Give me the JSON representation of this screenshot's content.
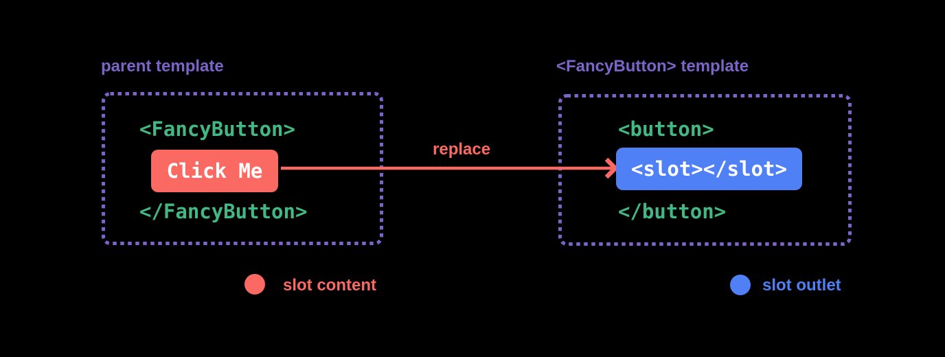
{
  "colors": {
    "background": "#000000",
    "purple": "#7d64c8",
    "green": "#42b883",
    "coral": "#fb6a62",
    "blue": "#4f80f5",
    "white": "#ffffff"
  },
  "parent_template": {
    "title": "parent template",
    "open_tag": "<FancyButton>",
    "slot_content_label": "Click Me",
    "close_tag": "</FancyButton>"
  },
  "fancy_button_template": {
    "title": "<FancyButton> template",
    "open_tag": "<button>",
    "slot_outlet_label": "<slot></slot>",
    "close_tag": "</button>"
  },
  "arrow": {
    "label": "replace"
  },
  "legend": {
    "slot_content": {
      "label": "slot content",
      "color": "#fb6a62"
    },
    "slot_outlet": {
      "label": "slot outlet",
      "color": "#4f80f5"
    }
  }
}
